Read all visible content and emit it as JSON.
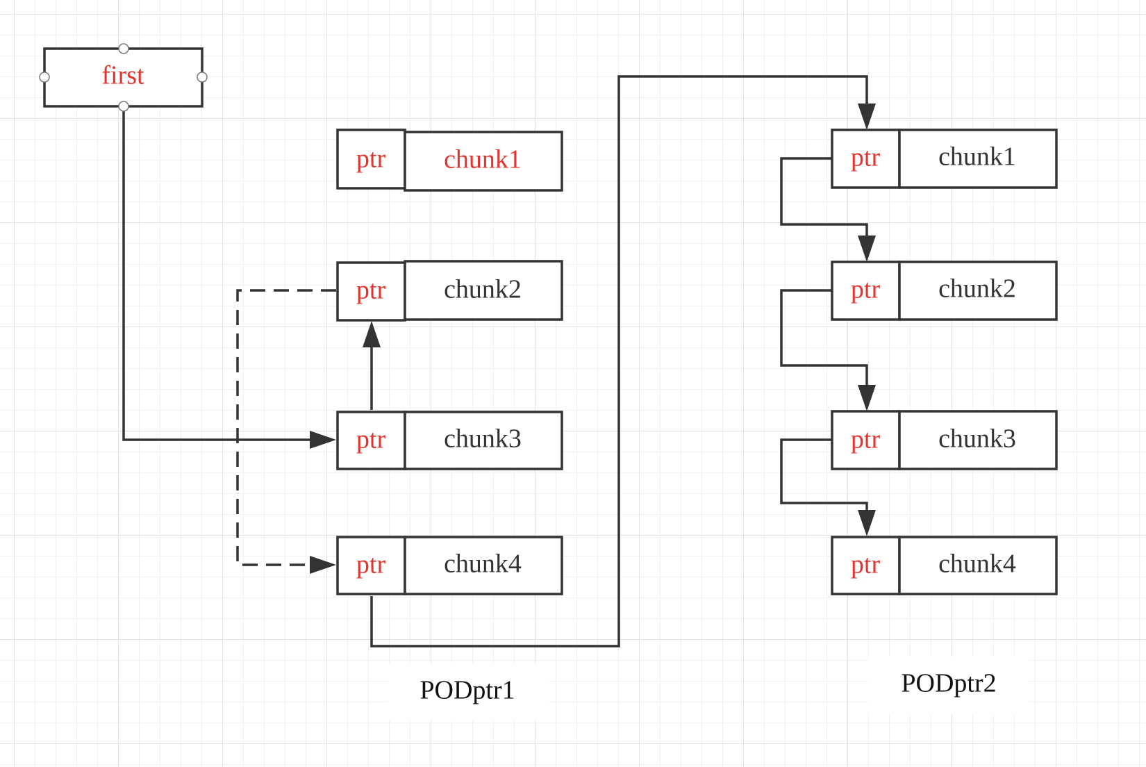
{
  "first": {
    "label": "first"
  },
  "pool1": {
    "caption": "PODptr1",
    "nodes": [
      {
        "ptr": "ptr",
        "chunk": "chunk1"
      },
      {
        "ptr": "ptr",
        "chunk": "chunk2"
      },
      {
        "ptr": "ptr",
        "chunk": "chunk3"
      },
      {
        "ptr": "ptr",
        "chunk": "chunk4"
      }
    ]
  },
  "pool2": {
    "caption": "PODptr2",
    "nodes": [
      {
        "ptr": "ptr",
        "chunk": "chunk1"
      },
      {
        "ptr": "ptr",
        "chunk": "chunk2"
      },
      {
        "ptr": "ptr",
        "chunk": "chunk3"
      },
      {
        "ptr": "ptr",
        "chunk": "chunk4"
      }
    ]
  },
  "colors": {
    "highlight": "#e3342f",
    "line": "#333333",
    "text": "#333333"
  }
}
